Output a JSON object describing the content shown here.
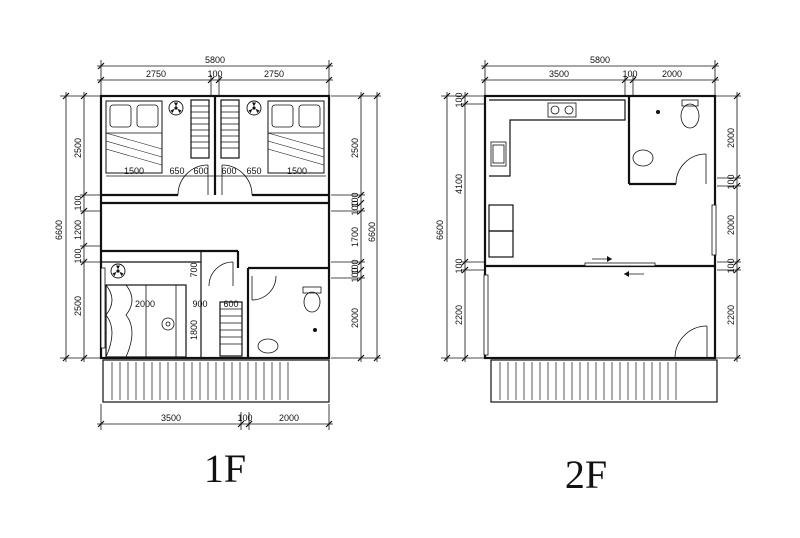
{
  "floor1": {
    "title": "1F",
    "top_total": "5800",
    "top_parts": [
      "2750",
      "100",
      "2750"
    ],
    "bottom_parts": [
      "3500",
      "100",
      "2000"
    ],
    "left_total": "6600",
    "left_parts": [
      "2500",
      "100",
      "1200",
      "100",
      "2500"
    ],
    "right_total": "6600",
    "right_parts": [
      "2500",
      "100",
      "100",
      "1700",
      "100",
      "100",
      "2000"
    ],
    "inner": {
      "bed_left": "1500",
      "corridor_left": "650",
      "closet_left": "600",
      "closet_right": "600",
      "corridor_right": "650",
      "bed_right": "1500",
      "bed_lower": "2000",
      "passage": "900",
      "closet_lower": "600",
      "vertical_upper": "700",
      "vertical_lower": "1800"
    }
  },
  "floor2": {
    "title": "2F",
    "top_total": "5800",
    "top_parts": [
      "3500",
      "100",
      "2000"
    ],
    "left_total": "6600",
    "left_parts": [
      "100",
      "4100",
      "100",
      "2200"
    ],
    "right_parts": [
      "2000",
      "100",
      "2000",
      "100",
      "2200"
    ]
  }
}
